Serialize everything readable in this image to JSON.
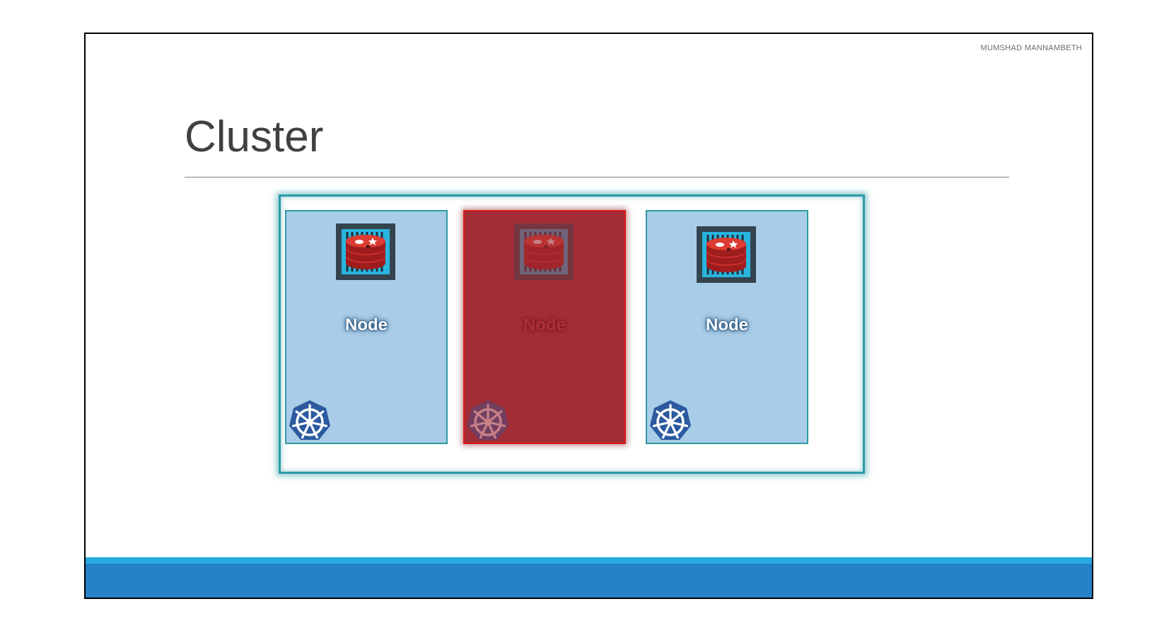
{
  "slide": {
    "author": "MUMSHAD MANNAMBETH",
    "title": "Cluster"
  },
  "cluster": {
    "nodes": [
      {
        "label": "Node",
        "status": "healthy",
        "icons": [
          "redis-container-icon",
          "kubernetes-icon"
        ]
      },
      {
        "label": "Node",
        "status": "failed",
        "icons": [
          "redis-container-icon",
          "kubernetes-icon"
        ]
      },
      {
        "label": "Node",
        "status": "healthy",
        "icons": [
          "redis-container-icon",
          "kubernetes-icon"
        ]
      }
    ]
  },
  "colors": {
    "node_fill": "#a9cde8",
    "node_border": "#2e9aa5",
    "failed_node_fill": "#a22d36",
    "failed_node_border": "#e01919",
    "footer_blue": "#2581c8",
    "footer_light_blue": "#29abe2"
  }
}
